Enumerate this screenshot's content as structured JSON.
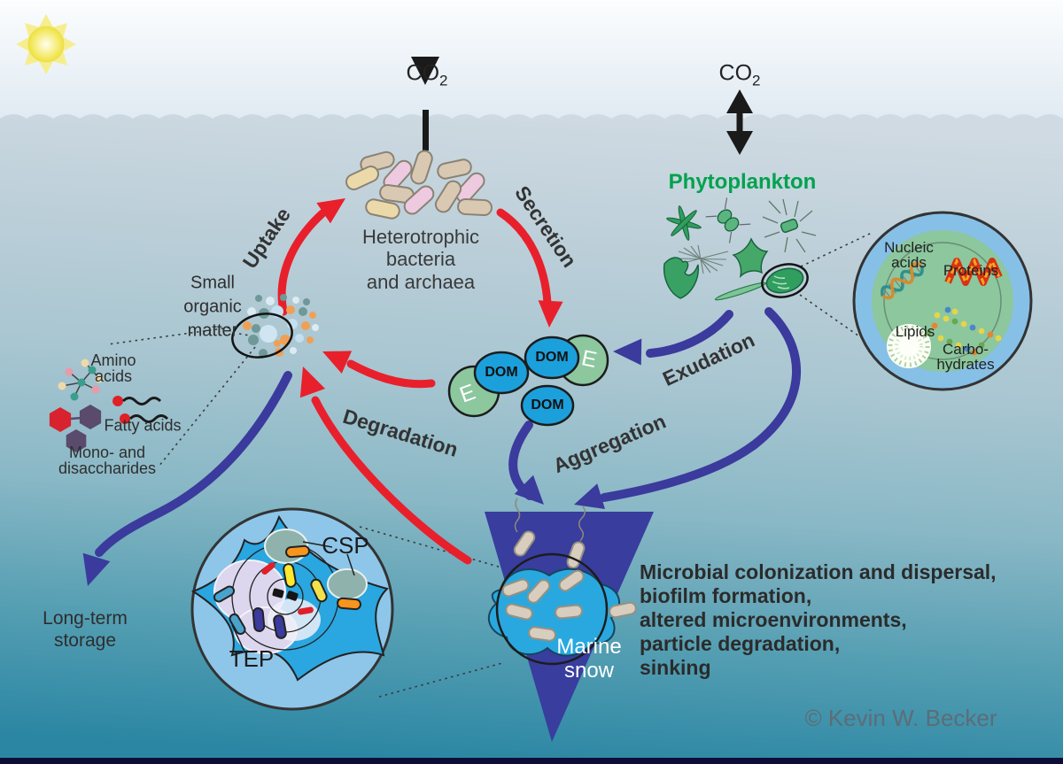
{
  "colors": {
    "sky_top": "#fbfdfe",
    "sky_bottom": "#dde8f1",
    "water_surface": "#cfdae2",
    "water_deep": "#2a86a3",
    "sun_yellow": "#f2e74b",
    "red_arrow": "#e8202c",
    "indigo_arrow": "#3b3a9d",
    "black_arrow": "#1a1a1a",
    "dom_blue": "#1ba0dc",
    "enzyme_green": "#8cc79e",
    "phyto_green": "#00a24e",
    "funnel_blue": "#383d9e",
    "particle_blue": "#29a8e0",
    "gel_inset_fill": "#8ec6e9",
    "cell_membrane_blue": "#87c0e6",
    "cell_cytoplasm_green": "#8cc79e",
    "bacteria_tan": "#d9c9b2",
    "bacteria_pink": "#edcae0",
    "bacteria_beige": "#ecd9a9",
    "text_dark": "#333333",
    "credit_gray": "#5c6d77",
    "bottom_bar": "#0d0d38"
  },
  "atmosphere": {
    "co2_left": {
      "base": "CO",
      "sub": "2"
    },
    "co2_right": {
      "base": "CO",
      "sub": "2"
    }
  },
  "organisms": {
    "heterotrophic_lines": [
      "Heterotrophic",
      "bacteria",
      "and archaea"
    ],
    "phytoplankton": "Phytoplankton"
  },
  "processes": {
    "uptake": "Uptake",
    "secretion": "Secretion",
    "exudation": "Exudation",
    "degradation": "Degradation",
    "aggregation": "Aggregation"
  },
  "dom_pool": {
    "dom": "DOM",
    "enzyme": "E"
  },
  "small_organic_matter": {
    "lines": [
      "Small",
      "organic",
      "matter"
    ],
    "amino_lines": [
      "Amino",
      "acids"
    ],
    "fatty": "Fatty acids",
    "saccharide_lines": [
      "Mono- and",
      "disaccharides"
    ]
  },
  "cell_inset": {
    "nucleic_lines": [
      "Nucleic",
      "acids"
    ],
    "proteins": "Proteins",
    "lipids": "Lipids",
    "carbo_lines": [
      "Carbo-",
      "hydrates"
    ]
  },
  "gel_inset": {
    "csp": "CSP",
    "tep": "TEP"
  },
  "marine_snow": {
    "lines": [
      "Marine",
      "snow"
    ]
  },
  "storage": {
    "lines": [
      "Long-term",
      "storage"
    ]
  },
  "effects": {
    "lines": [
      "Microbial colonization and dispersal,",
      "biofilm formation,",
      "altered microenvironments,",
      "particle degradation,",
      "sinking"
    ]
  },
  "credit": "© Kevin W. Becker"
}
